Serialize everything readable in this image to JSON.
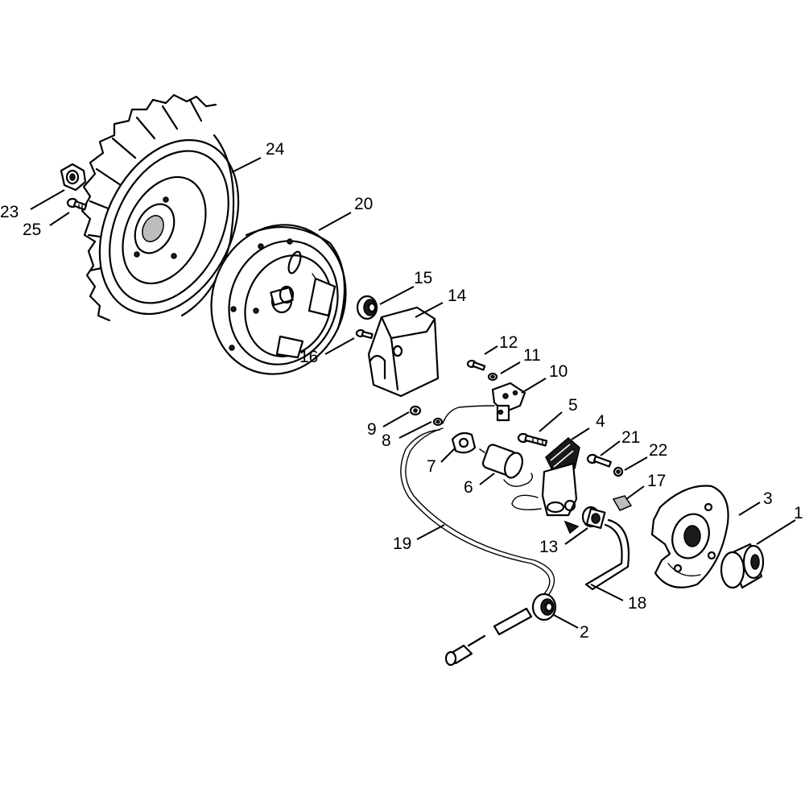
{
  "callouts": [
    {
      "id": "24",
      "label": "24"
    },
    {
      "id": "23",
      "label": "23"
    },
    {
      "id": "25",
      "label": "25"
    },
    {
      "id": "20",
      "label": "20"
    },
    {
      "id": "15",
      "label": "15"
    },
    {
      "id": "14",
      "label": "14"
    },
    {
      "id": "16",
      "label": "16"
    },
    {
      "id": "12",
      "label": "12"
    },
    {
      "id": "11",
      "label": "11"
    },
    {
      "id": "10",
      "label": "10"
    },
    {
      "id": "5",
      "label": "5"
    },
    {
      "id": "9",
      "label": "9"
    },
    {
      "id": "8",
      "label": "8"
    },
    {
      "id": "4",
      "label": "4"
    },
    {
      "id": "21",
      "label": "21"
    },
    {
      "id": "22",
      "label": "22"
    },
    {
      "id": "7",
      "label": "7"
    },
    {
      "id": "6",
      "label": "6"
    },
    {
      "id": "17",
      "label": "17"
    },
    {
      "id": "3",
      "label": "3"
    },
    {
      "id": "1",
      "label": "1"
    },
    {
      "id": "19",
      "label": "19"
    },
    {
      "id": "13",
      "label": "13"
    },
    {
      "id": "18",
      "label": "18"
    },
    {
      "id": "2",
      "label": "2"
    }
  ]
}
